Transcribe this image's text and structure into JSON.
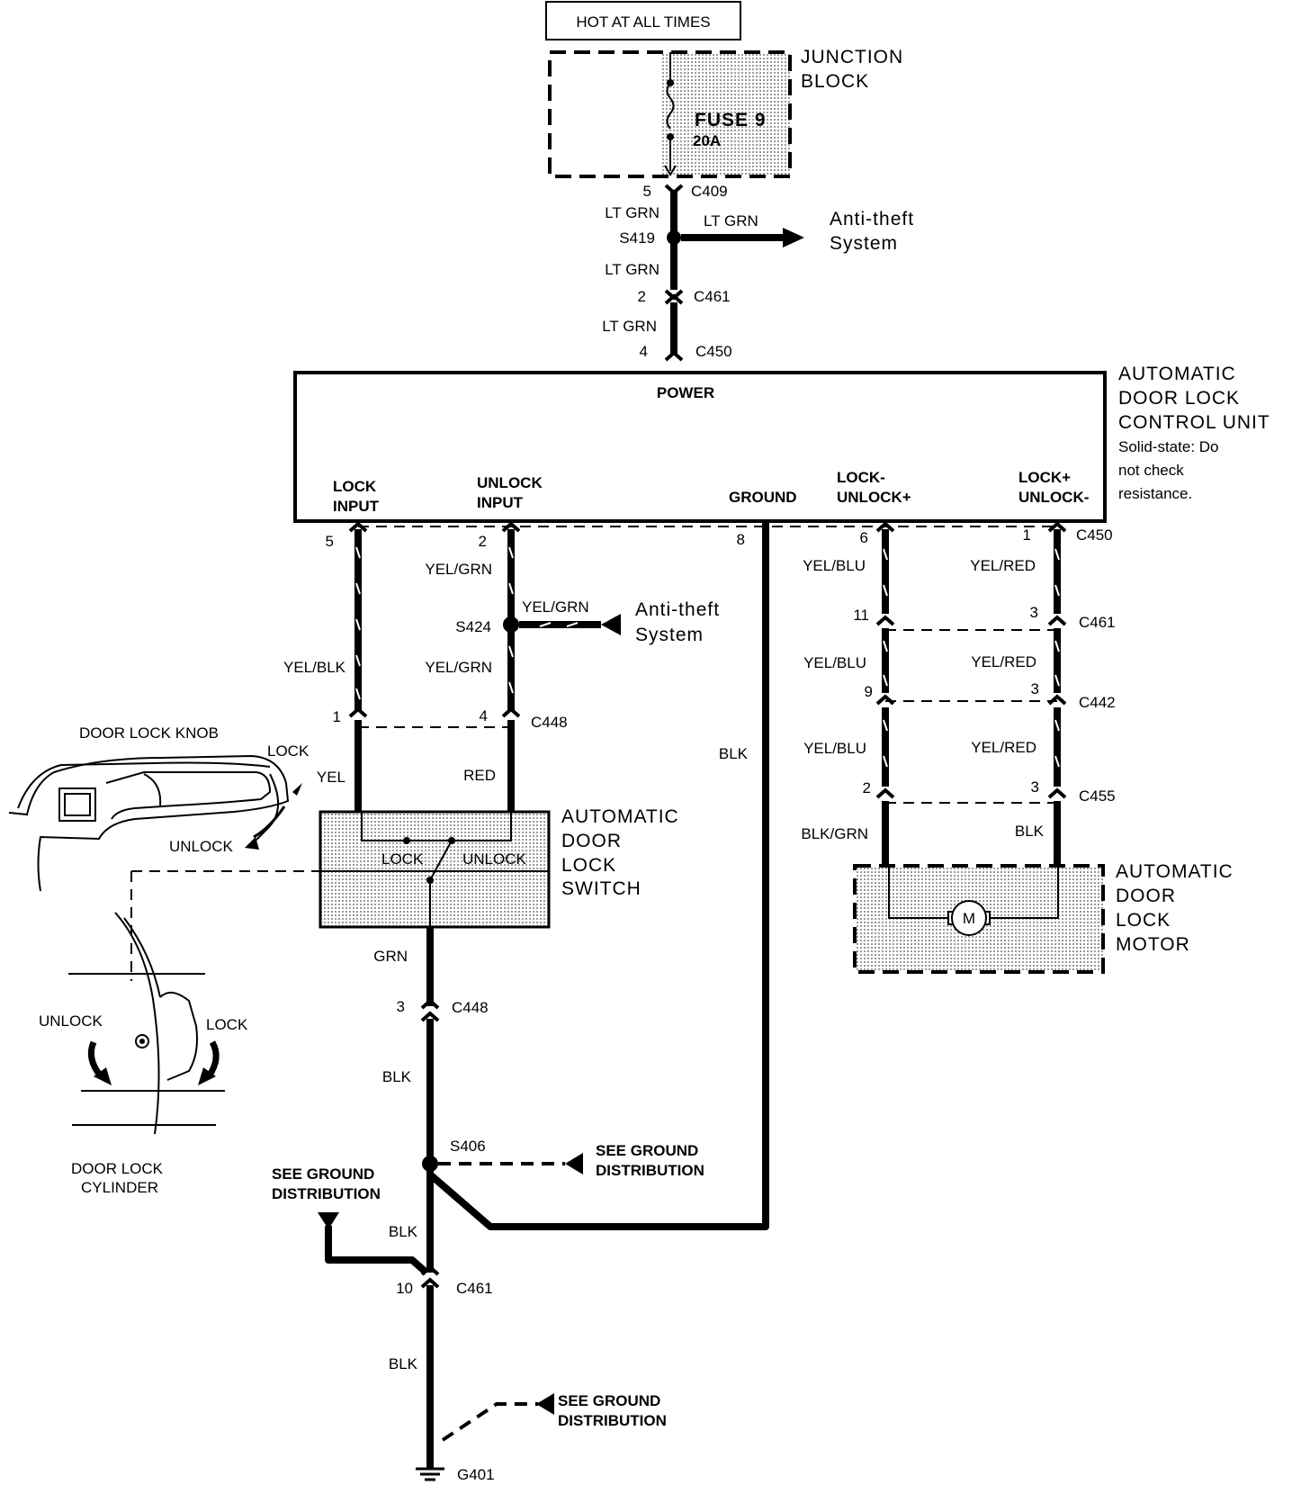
{
  "header": {
    "hot_label": "HOT AT ALL TIMES"
  },
  "junction_block": {
    "title_1": "JUNCTION",
    "title_2": "BLOCK",
    "fuse": "FUSE 9",
    "rating": "20A"
  },
  "feed": {
    "c409_pin": "5",
    "c409": "C409",
    "wire_1": "LT GRN",
    "s419": "S419",
    "branch_wire": "LT GRN",
    "antitheft_1": "Anti-theft",
    "antitheft_2": "System",
    "wire_2": "LT GRN",
    "c461_pin": "2",
    "c461": "C461",
    "wire_3": "LT GRN",
    "c450_pin": "4",
    "c450": "C450"
  },
  "control_unit": {
    "power": "POWER",
    "lock_input_1": "LOCK",
    "lock_input_2": "INPUT",
    "unlock_input_1": "UNLOCK",
    "unlock_input_2": "INPUT",
    "ground": "GROUND",
    "lm_1": "LOCK-",
    "lm_2": "UNLOCK+",
    "lp_1": "LOCK+",
    "lp_2": "UNLOCK-",
    "title_1": "AUTOMATIC",
    "title_2": "DOOR LOCK",
    "title_3": "CONTROL UNIT",
    "note_1": "Solid-state: Do",
    "note_2": "not check",
    "note_3": "resistance."
  },
  "pins_c450": {
    "lock": "5",
    "unlock": "2",
    "ground": "8",
    "lm": "6",
    "lp": "1",
    "connector": "C450"
  },
  "left_wires": {
    "unlock_wire_1": "YEL/GRN",
    "s424": "S424",
    "branch_wire": "YEL/GRN",
    "antitheft_1": "Anti-theft",
    "antitheft_2": "System",
    "lock_wire": "YEL/BLK",
    "unlock_wire_2": "YEL/GRN",
    "c448_lock_pin": "1",
    "c448_unlock_pin": "4",
    "c448": "C448",
    "lock_wire_2": "YEL",
    "unlock_wire_3": "RED"
  },
  "switch": {
    "lock": "LOCK",
    "unlock": "UNLOCK",
    "title_1": "AUTOMATIC",
    "title_2": "DOOR",
    "title_3": "LOCK",
    "title_4": "SWITCH"
  },
  "knob": {
    "title": "DOOR LOCK KNOB",
    "lock": "LOCK",
    "unlock": "UNLOCK"
  },
  "cylinder": {
    "unlock": "UNLOCK",
    "lock": "LOCK",
    "title_1": "DOOR LOCK",
    "title_2": "CYLINDER"
  },
  "ground_branch": {
    "switch_wire": "GRN",
    "c448_pin": "3",
    "c448": "C448",
    "wire_1": "BLK",
    "s406": "S406",
    "see_1": "SEE GROUND",
    "see_2": "DISTRIBUTION",
    "see_left_1": "SEE GROUND",
    "see_left_2": "DISTRIBUTION",
    "wire_2": "BLK",
    "c461_pin": "10",
    "c461": "C461",
    "wire_3": "BLK",
    "see_bottom_1": "SEE GROUND",
    "see_bottom_2": "DISTRIBUTION",
    "g401": "G401",
    "ground_wire": "BLK"
  },
  "right_wires": {
    "lm_wire_1": "YEL/BLU",
    "lp_wire_1": "YEL/RED",
    "c461_lm_pin": "11",
    "c461_lp_pin": "3",
    "c461": "C461",
    "lm_wire_2": "YEL/BLU",
    "lp_wire_2": "YEL/RED",
    "c442_lm_pin": "9",
    "c442_lp_pin": "3",
    "c442": "C442",
    "lm_wire_3": "YEL/BLU",
    "lp_wire_3": "YEL/RED",
    "c455_lm_pin": "2",
    "c455_lp_pin": "3",
    "c455": "C455",
    "lm_wire_4": "BLK/GRN",
    "lp_wire_4": "BLK"
  },
  "motor": {
    "symbol": "M",
    "title_1": "AUTOMATIC",
    "title_2": "DOOR",
    "title_3": "LOCK",
    "title_4": "MOTOR"
  }
}
